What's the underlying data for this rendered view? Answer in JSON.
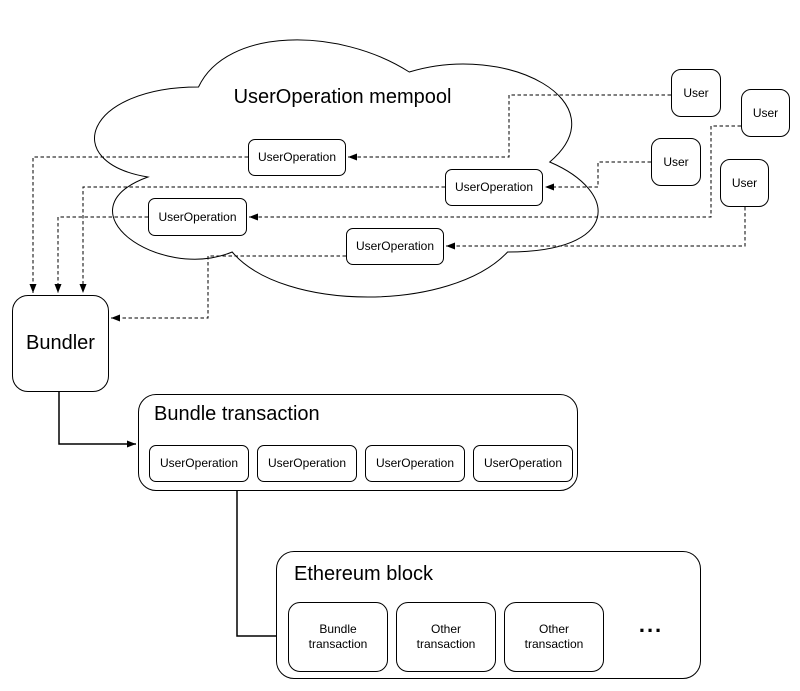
{
  "canvas": {
    "background_color": "#ffffff",
    "stroke_color": "#000000"
  },
  "mempool": {
    "title": "UserOperation mempool",
    "user_operations": [
      "UserOperation",
      "UserOperation",
      "UserOperation",
      "UserOperation"
    ]
  },
  "users": {
    "labels": [
      "User",
      "User",
      "User",
      "User"
    ]
  },
  "bundler": {
    "label": "Bundler"
  },
  "bundle_transaction": {
    "title": "Bundle transaction",
    "user_operations": [
      "UserOperation",
      "UserOperation",
      "UserOperation",
      "UserOperation"
    ]
  },
  "ethereum_block": {
    "title": "Ethereum block",
    "transactions": [
      "Bundle transaction",
      "Other transaction",
      "Other transaction"
    ],
    "more_indicator": "..."
  }
}
